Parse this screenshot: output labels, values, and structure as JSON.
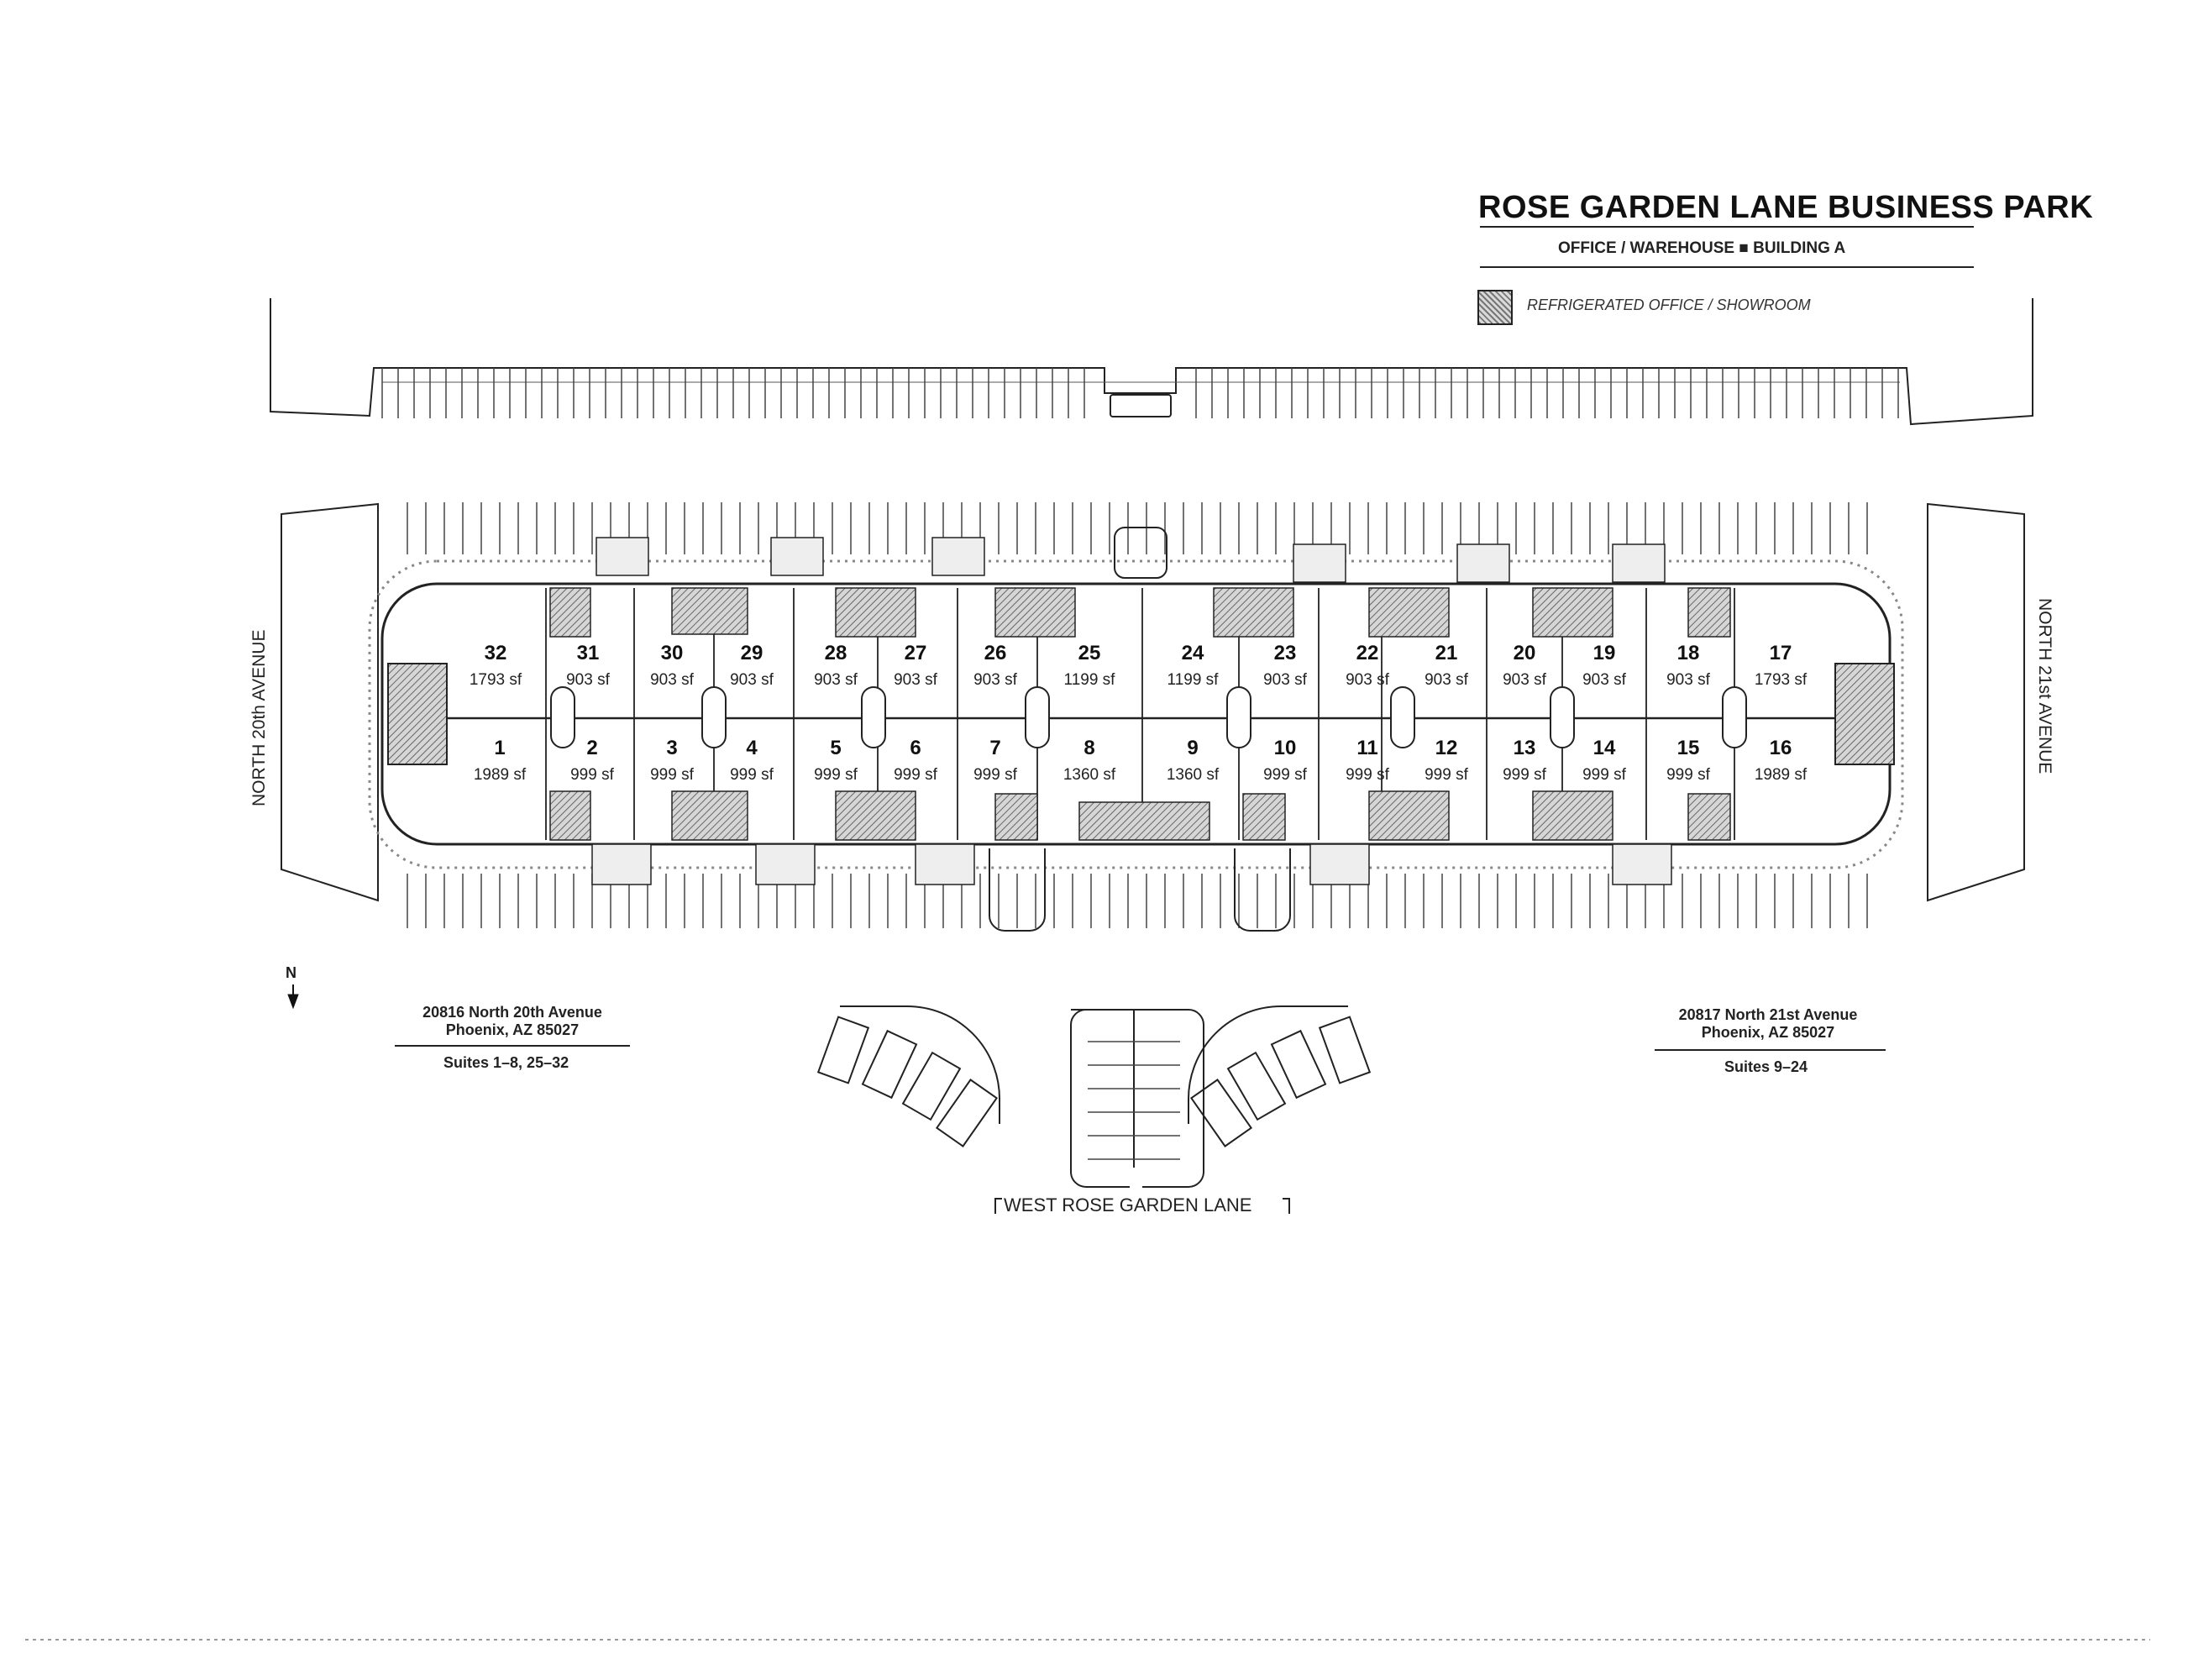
{
  "title": "ROSE GARDEN LANE BUSINESS PARK",
  "subtitle": "OFFICE / WAREHOUSE ■ BUILDING A",
  "legend": "REFRIGERATED OFFICE / SHOWROOM",
  "streets": {
    "west": "NORTH 20th AVENUE",
    "east": "NORTH 21st AVENUE",
    "south": "WEST ROSE GARDEN LANE"
  },
  "north_label": "N",
  "addresses": {
    "left": {
      "line1": "20816 North 20th Avenue",
      "line2": "Phoenix, AZ 85027",
      "suites": "Suites 1–8, 25–32"
    },
    "right": {
      "line1": "20817 North 21st Avenue",
      "line2": "Phoenix, AZ 85027",
      "suites": "Suites 9–24"
    }
  },
  "suites_top": [
    {
      "num": "32",
      "area": "1793 sf"
    },
    {
      "num": "31",
      "area": "903 sf"
    },
    {
      "num": "30",
      "area": "903 sf"
    },
    {
      "num": "29",
      "area": "903 sf"
    },
    {
      "num": "28",
      "area": "903 sf"
    },
    {
      "num": "27",
      "area": "903 sf"
    },
    {
      "num": "26",
      "area": "903 sf"
    },
    {
      "num": "25",
      "area": "1199 sf"
    },
    {
      "num": "24",
      "area": "1199 sf"
    },
    {
      "num": "23",
      "area": "903 sf"
    },
    {
      "num": "22",
      "area": "903 sf"
    },
    {
      "num": "21",
      "area": "903 sf"
    },
    {
      "num": "20",
      "area": "903 sf"
    },
    {
      "num": "19",
      "area": "903 sf"
    },
    {
      "num": "18",
      "area": "903 sf"
    },
    {
      "num": "17",
      "area": "1793 sf"
    }
  ],
  "suites_bottom": [
    {
      "num": "1",
      "area": "1989 sf"
    },
    {
      "num": "2",
      "area": "999 sf"
    },
    {
      "num": "3",
      "area": "999 sf"
    },
    {
      "num": "4",
      "area": "999 sf"
    },
    {
      "num": "5",
      "area": "999 sf"
    },
    {
      "num": "6",
      "area": "999 sf"
    },
    {
      "num": "7",
      "area": "999 sf"
    },
    {
      "num": "8",
      "area": "1360 sf"
    },
    {
      "num": "9",
      "area": "1360 sf"
    },
    {
      "num": "10",
      "area": "999 sf"
    },
    {
      "num": "11",
      "area": "999 sf"
    },
    {
      "num": "12",
      "area": "999 sf"
    },
    {
      "num": "13",
      "area": "999 sf"
    },
    {
      "num": "14",
      "area": "999 sf"
    },
    {
      "num": "15",
      "area": "999 sf"
    },
    {
      "num": "16",
      "area": "1989 sf"
    }
  ]
}
